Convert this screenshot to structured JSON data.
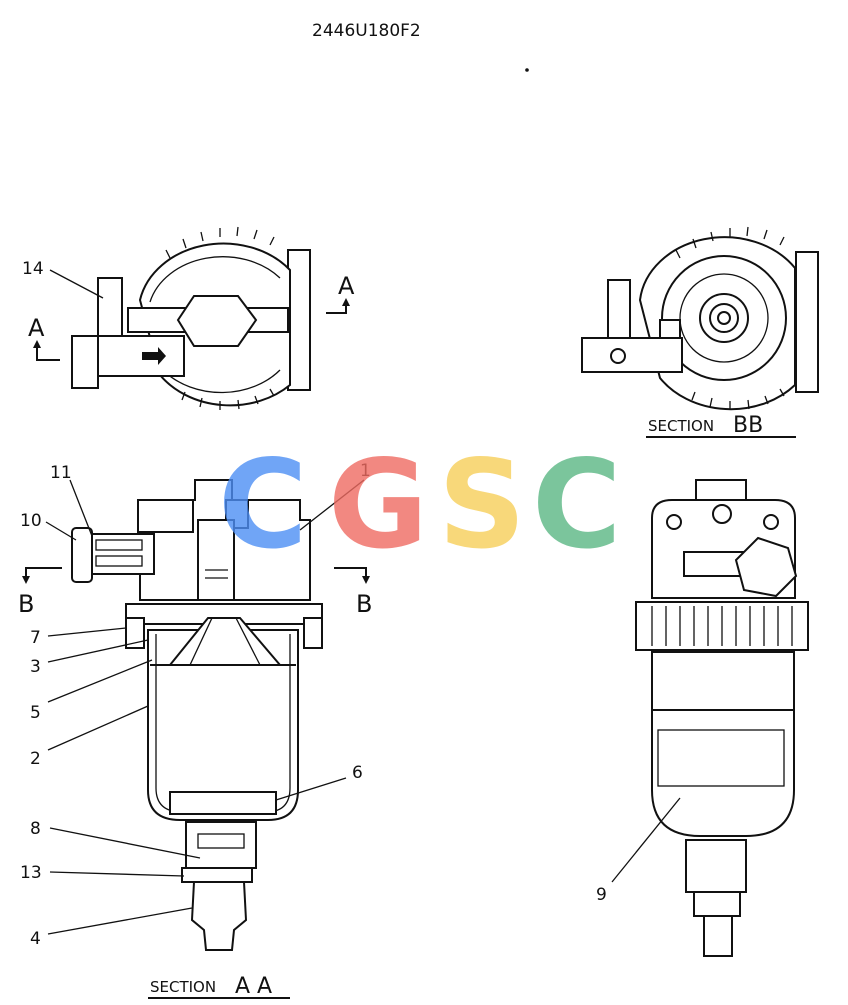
{
  "drawing_code": "2446U180F2",
  "section_labels": {
    "bb": {
      "prefix": "SECTION",
      "letters": "BB"
    },
    "aa": {
      "prefix": "SECTION",
      "letters": "A A"
    }
  },
  "cut_marks": {
    "a_left": "A",
    "a_right": "A",
    "b_left": "B",
    "b_right": "B"
  },
  "part_numbers": [
    "14",
    "11",
    "10",
    "1",
    "7",
    "3",
    "5",
    "2",
    "6",
    "8",
    "13",
    "4",
    "9"
  ],
  "watermark": {
    "letters": [
      "C",
      "G",
      "S",
      "C"
    ],
    "colors": [
      "#4d8ff5",
      "#ef6b62",
      "#f7cf5a",
      "#5bb784"
    ]
  }
}
